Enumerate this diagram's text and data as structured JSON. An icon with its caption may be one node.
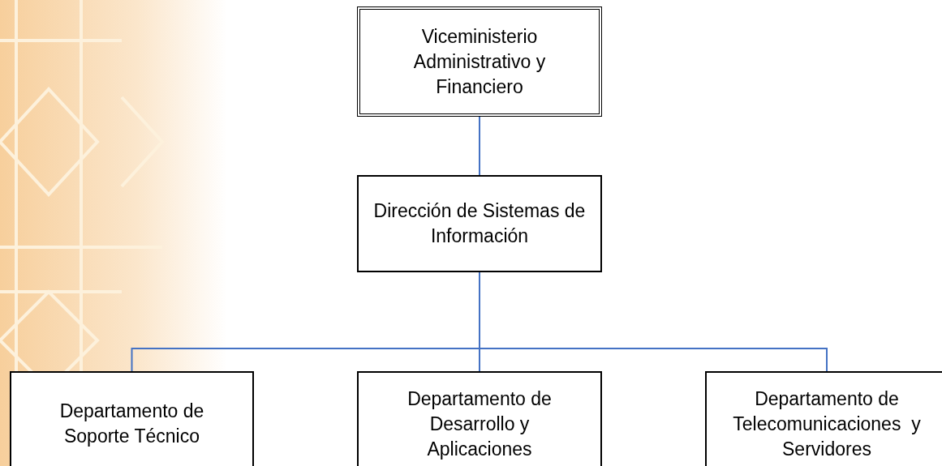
{
  "diagram": {
    "nodes": [
      {
        "text": [
          "Viceministerio Administrativo y Financiero"
        ]
      },
      {
        "text": [
          "Dirección de Sistemas de Información"
        ]
      },
      {
        "text": [
          "Departamento de Soporte Técnico"
        ]
      },
      {
        "text": [
          "Departamento de Desarrollo y Aplicaciones"
        ]
      },
      {
        "text": [
          "Departamento de Telecomunicaciones  y Servidores"
        ]
      }
    ],
    "edges": [
      {
        "from": 0,
        "to": 1,
        "arrow": "none"
      },
      {
        "from": 1,
        "to": 2,
        "arrow": "none"
      },
      {
        "from": 1,
        "to": 3,
        "arrow": "none"
      },
      {
        "from": 1,
        "to": 4,
        "arrow": "none"
      }
    ]
  }
}
